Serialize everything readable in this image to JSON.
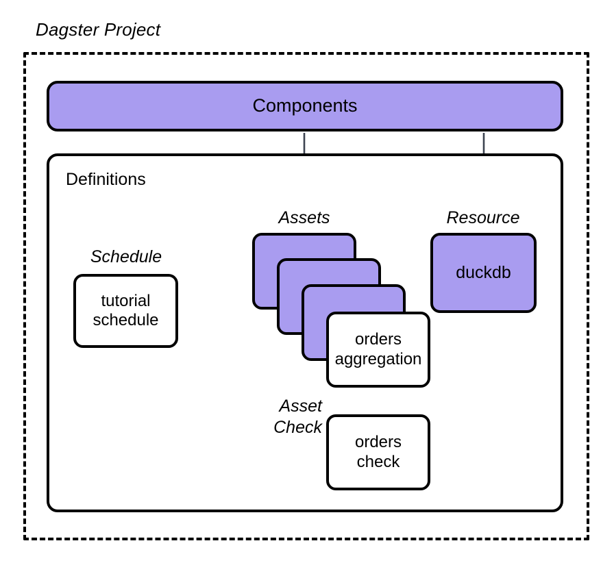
{
  "diagram": {
    "title": "Dagster Project",
    "colors": {
      "node_fill_purple": "#a99cf0",
      "node_fill_white": "#ffffff",
      "stroke": "#000000",
      "arrow": "#3d4451",
      "background": "#ffffff"
    }
  },
  "components": {
    "label": "Components"
  },
  "definitions": {
    "label": "Definitions"
  },
  "captions": {
    "schedule": "Schedule",
    "assets": "Assets",
    "resource": "Resource",
    "asset_check_line1": "Asset",
    "asset_check_line2": "Check"
  },
  "nodes": {
    "schedule": {
      "line1": "tutorial",
      "line2": "schedule"
    },
    "asset_stack": [
      {
        "label": ""
      },
      {
        "label": ""
      },
      {
        "label": ""
      }
    ],
    "orders_aggregation": {
      "line1": "orders",
      "line2": "aggregation"
    },
    "resource": {
      "label": "duckdb"
    },
    "orders_check": {
      "line1": "orders",
      "line2": "check"
    }
  },
  "edges": [
    {
      "from": "components",
      "to": "assets",
      "style": "solid-arrow"
    },
    {
      "from": "components",
      "to": "resource",
      "style": "solid-arrow"
    },
    {
      "from": "schedule",
      "to": "assets",
      "style": "solid-arrow"
    },
    {
      "from": "asset-card-1",
      "to": "resource",
      "style": "dashed"
    },
    {
      "from": "asset-card-2",
      "to": "resource",
      "style": "dashed"
    },
    {
      "from": "asset-card-3",
      "to": "resource",
      "style": "dashed"
    },
    {
      "from": "orders-aggregation",
      "to": "resource",
      "style": "dashed"
    },
    {
      "from": "orders-aggregation",
      "to": "orders-check",
      "style": "dashed"
    },
    {
      "from": "resource",
      "to": "orders-check",
      "style": "dashed"
    }
  ]
}
